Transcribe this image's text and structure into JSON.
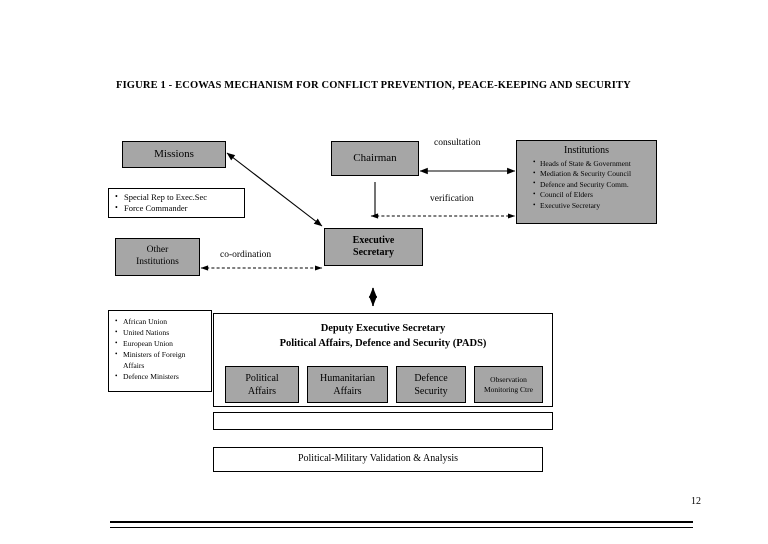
{
  "figure": {
    "title": "FIGURE 1 - ECOWAS MECHANISM FOR CONFLICT PREVENTION, PEACE-KEEPING AND SECURITY",
    "page_number": "12"
  },
  "boxes": {
    "missions": {
      "label": "Missions"
    },
    "chairman": {
      "label": "Chairman"
    },
    "institutions": {
      "title": "Institutions",
      "items": [
        "Heads of State & Government",
        "Mediation & Security Council",
        "Defence and Security Comm.",
        "Council of Elders",
        "Executive Secretary"
      ]
    },
    "special_rep": {
      "items": [
        "Special Rep to Exec.Sec",
        "Force Commander"
      ]
    },
    "other_institutions": {
      "label": "Other\nInstitutions"
    },
    "executive_secretary": {
      "label": "Executive\nSecretary"
    },
    "members": {
      "items": [
        "African Union",
        "United Nations",
        "European Union",
        "Ministers of Foreign Affairs",
        "Defence Ministers"
      ]
    },
    "pads": {
      "header": "Deputy Executive Secretary\nPolitical Affairs, Defence and Security (PADS)",
      "departments": [
        {
          "label": "Political\nAffairs"
        },
        {
          "label": "Humanitarian\nAffairs"
        },
        {
          "label": "Defence\nSecurity"
        },
        {
          "label": "Observation\nMonitoring Ctre"
        }
      ]
    },
    "validation": {
      "label": "Political-Military Validation & Analysis"
    }
  },
  "arrow_labels": {
    "consultation": "consultation",
    "verification": "verification",
    "coordination": "co-ordination"
  },
  "colors": {
    "box_fill_gray": "#a6a6a6",
    "box_fill_white": "#ffffff",
    "stroke": "#000000",
    "page_background": "#ffffff"
  }
}
